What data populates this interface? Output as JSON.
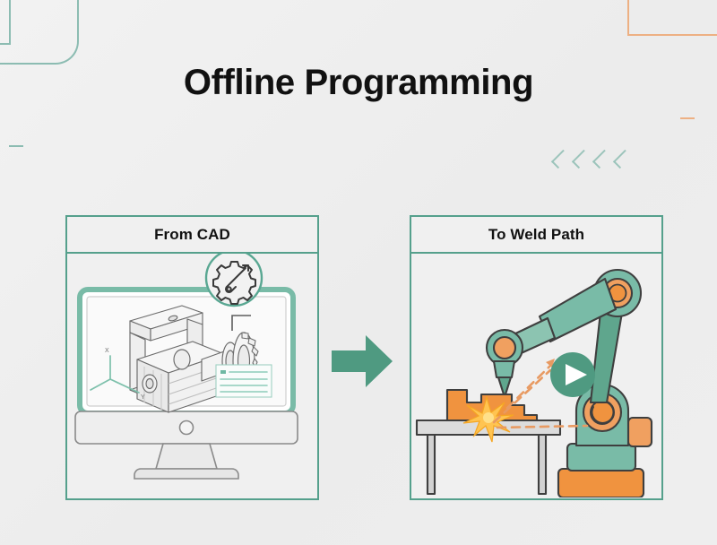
{
  "slide": {
    "title": "Offline Programming",
    "background_color": "#efefef"
  },
  "decorations": {
    "chevron_glyph": "<",
    "chevron_count": 4,
    "chevron_color": "#9cc4bb",
    "corner_teal_color": "#8cbcb2",
    "corner_orange_color": "#edb083"
  },
  "panels": [
    {
      "id": "from-cad",
      "header": "From CAD",
      "border_color": "#55a08c",
      "illustration": "cad-monitor",
      "elements": {
        "monitor_label": "desktop-monitor",
        "badge_icon": "gear-wrench-icon",
        "axis_labels": [
          "X",
          "Y"
        ],
        "info_lines": 4
      }
    },
    {
      "id": "to-weld-path",
      "header": "To Weld Path",
      "border_color": "#55a08c",
      "illustration": "welding-robot",
      "elements": {
        "robot_color": "#79bba7",
        "robot_joint_color": "#f0a060",
        "workpiece_color": "#f0933f",
        "table_color": "#d9d9d9",
        "path_color": "#e89a62",
        "play_button": "play-icon",
        "spark": "weld-spark"
      }
    }
  ],
  "transition": {
    "arrow_label": "right-arrow",
    "arrow_color": "#4f9a81"
  }
}
